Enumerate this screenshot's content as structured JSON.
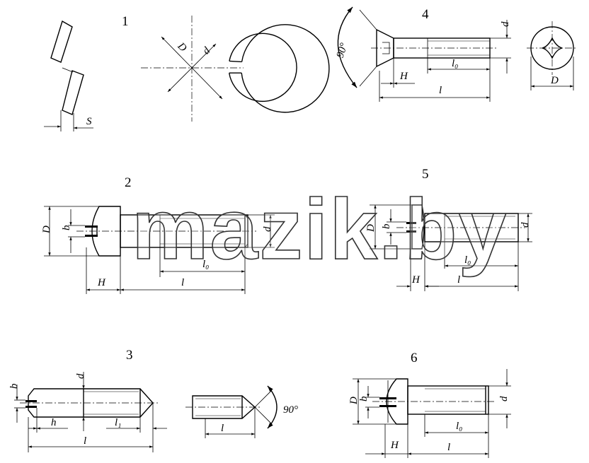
{
  "figure_numbers": [
    "1",
    "2",
    "3",
    "4",
    "5",
    "6"
  ],
  "labels": {
    "f1_S": "S",
    "f1_D": "D",
    "f1_d": "d",
    "f2_D": "D",
    "f2_b": "b",
    "f2_d": "d",
    "f2_l0": "l₀",
    "f2_H": "H",
    "f2_l": "l",
    "f3_b": "b",
    "f3_d": "d",
    "f3_h": "h",
    "f3_l1": "l₁",
    "f3_l": "l",
    "f3_l_tip": "l",
    "f3_angle": "90°",
    "f4_angle": "90°",
    "f4_d": "d",
    "f4_H": "H",
    "f4_l0": "l₀",
    "f4_l": "l",
    "f4_D": "D",
    "f5_D": "D",
    "f5_b": "b",
    "f5_d": "d",
    "f5_l0": "l₀",
    "f5_H": "H",
    "f5_l": "l",
    "f6_D": "D",
    "f6_b": "b",
    "f6_d": "d",
    "f6_l0": "l₀",
    "f6_H": "H",
    "f6_l": "l"
  },
  "watermark": "mazik.by"
}
